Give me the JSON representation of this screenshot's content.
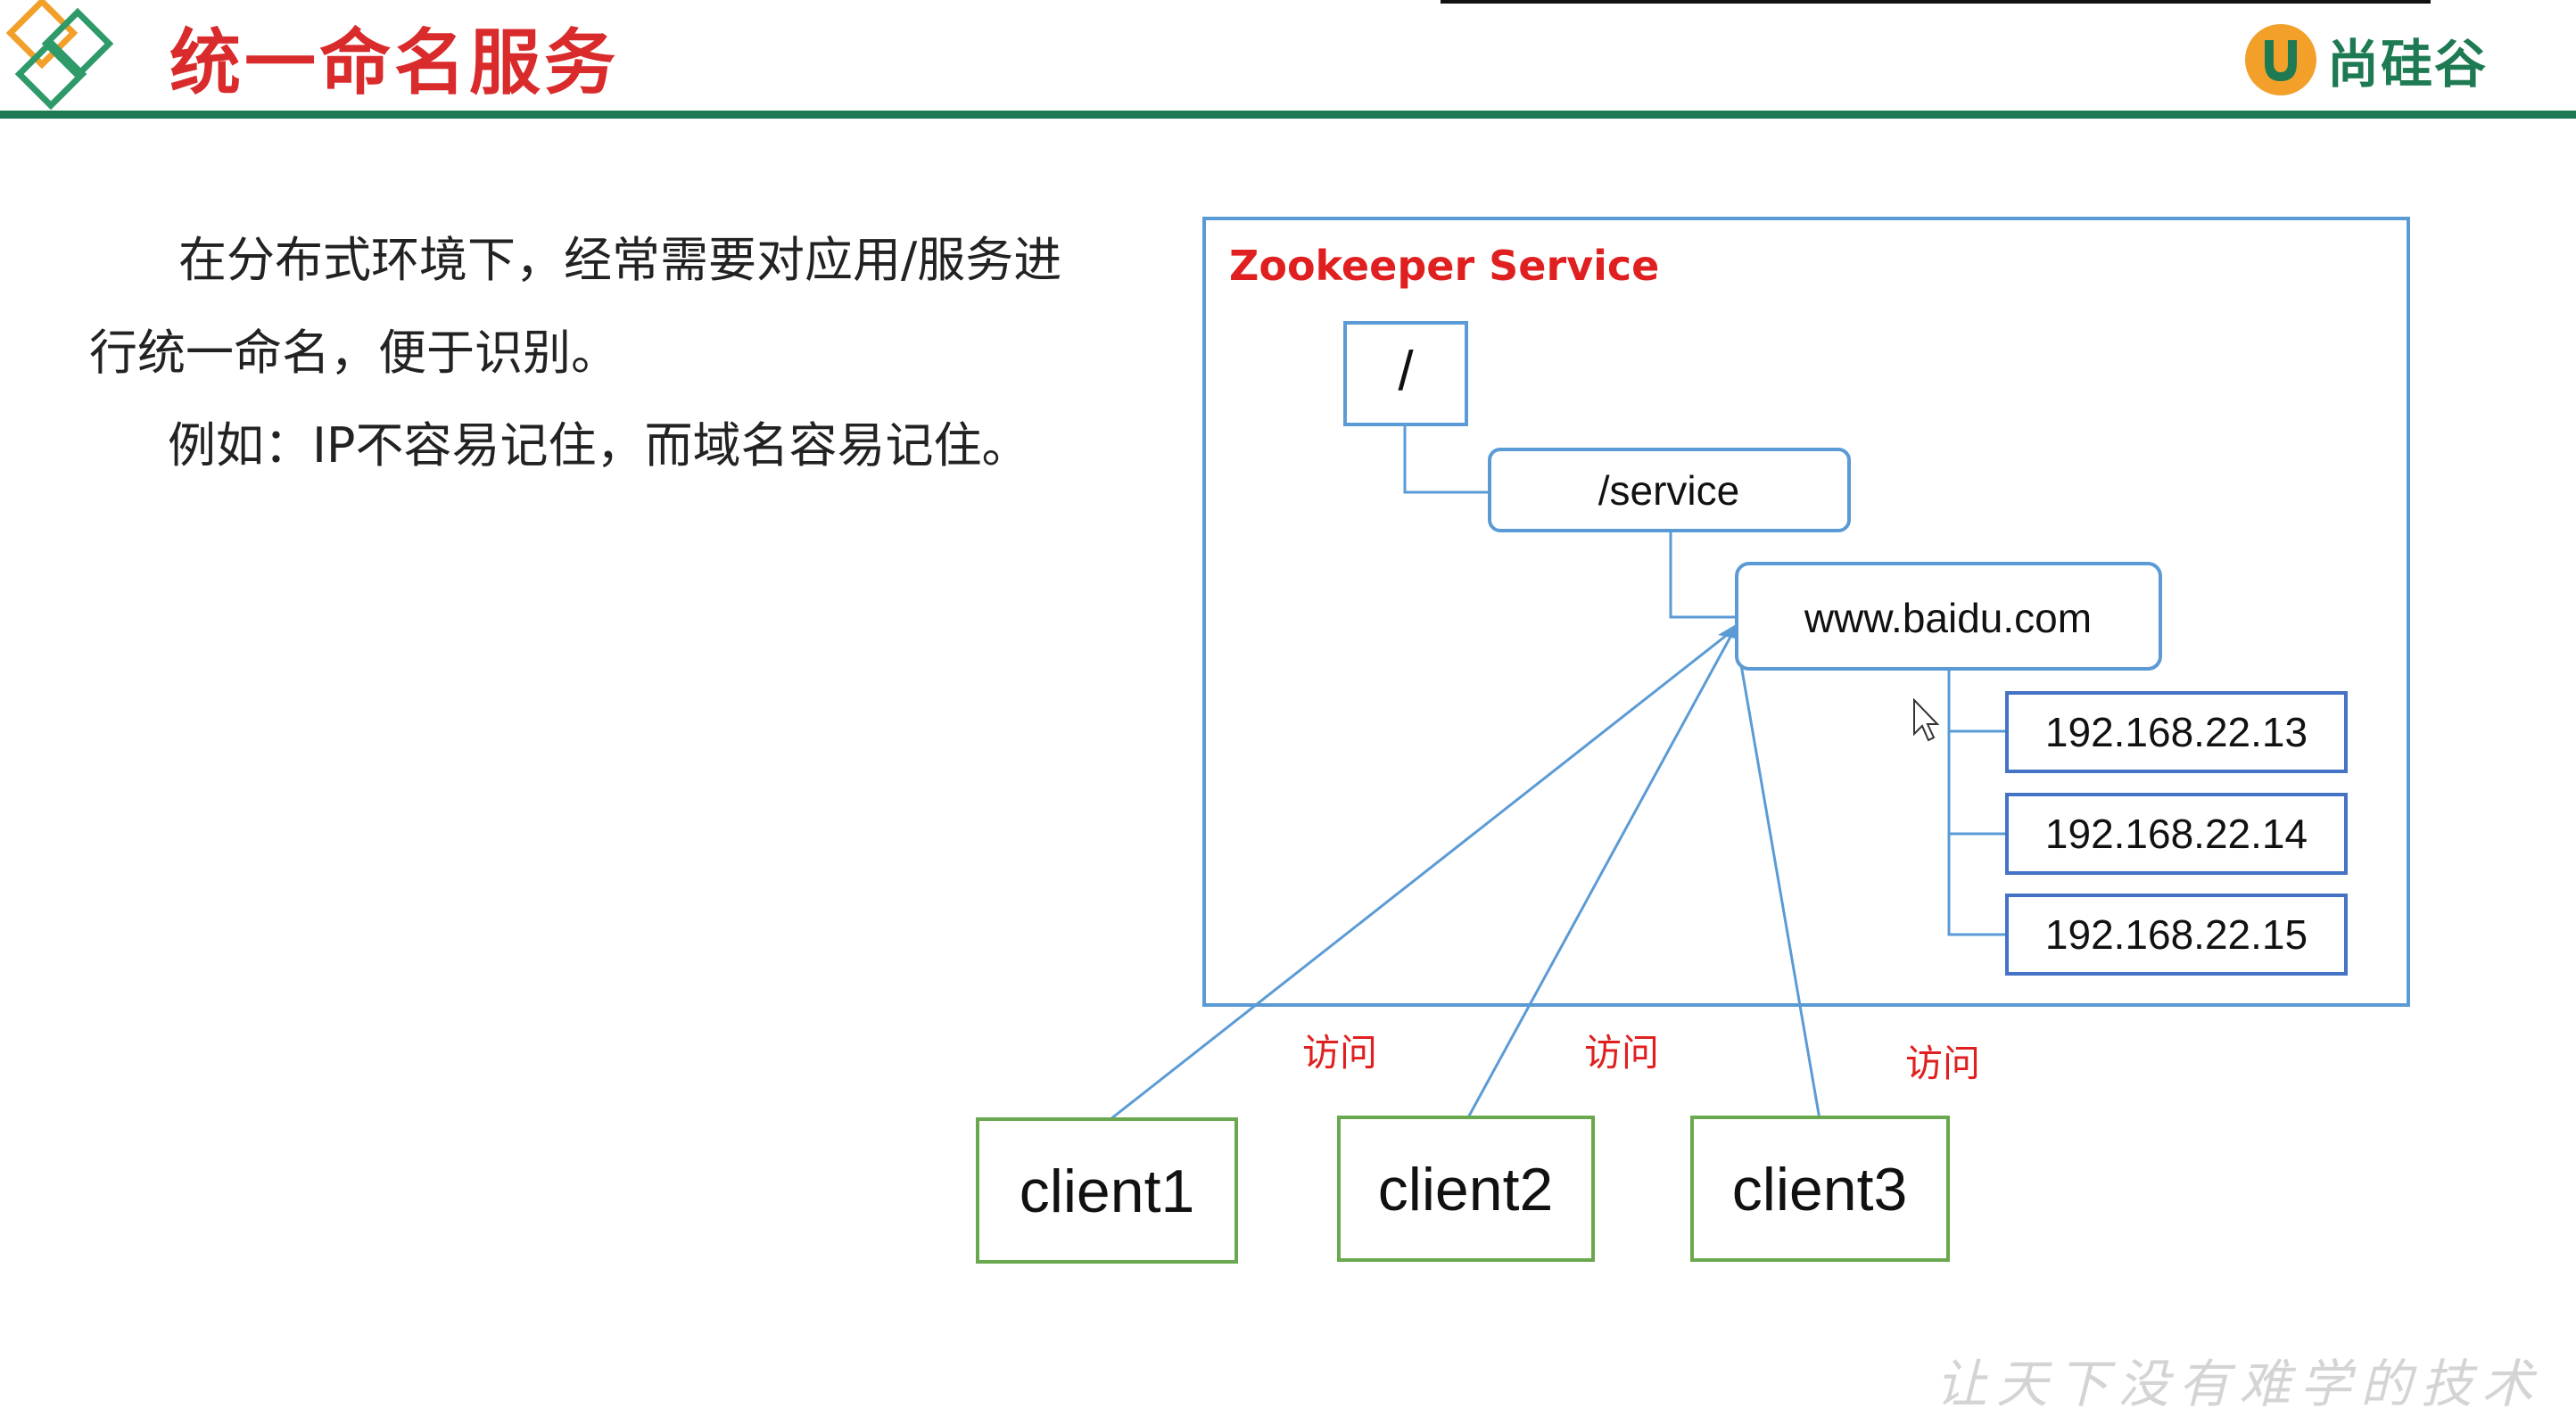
{
  "header": {
    "title": "统一命名服务",
    "brand_name": "尚硅谷",
    "colors": {
      "title": "#d92b2b",
      "rule": "#1e7a52",
      "logo_orange": "#f2a02a",
      "logo_green": "#2e9a6a"
    }
  },
  "body": {
    "paragraph_1": "在分布式环境下，经常需要对应用/服务进行统一命名，便于识别。",
    "paragraph_2": "例如：IP不容易记住，而域名容易记住。"
  },
  "diagram": {
    "service_label": "Zookeeper Service",
    "root_node": "/",
    "service_node": "/service",
    "domain_node": "www.baidu.com",
    "ip_nodes": [
      "192.168.22.13",
      "192.168.22.14",
      "192.168.22.15"
    ],
    "clients": [
      "client1",
      "client2",
      "client3"
    ],
    "access_labels": [
      "访问",
      "访问",
      "访问"
    ],
    "colors": {
      "container": "#5b9bd5",
      "ip_box": "#4472c4",
      "client_box": "#6aa84f",
      "label_red": "#e02020"
    }
  },
  "footer": {
    "tagline": "让天下没有难学的技术"
  }
}
